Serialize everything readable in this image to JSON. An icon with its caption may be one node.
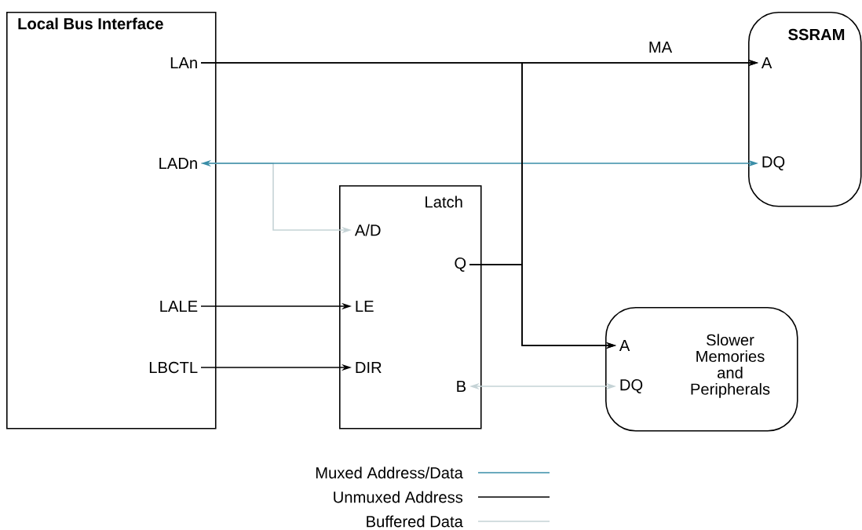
{
  "diagram": {
    "nodes": [
      {
        "text": [
          "Local Bus Interface"
        ]
      },
      {
        "text": [
          "LAn"
        ],
        "in": 0
      },
      {
        "text": [
          "LADn"
        ],
        "in": 0
      },
      {
        "text": [
          "LALE"
        ],
        "in": 0
      },
      {
        "text": [
          "LBCTL"
        ],
        "in": 0
      },
      {
        "text": [
          "Latch"
        ]
      },
      {
        "text": [
          "A/D"
        ],
        "in": 5
      },
      {
        "text": [
          "Q"
        ],
        "in": 5
      },
      {
        "text": [
          "LE"
        ],
        "in": 5
      },
      {
        "text": [
          "DIR"
        ],
        "in": 5
      },
      {
        "text": [
          "B"
        ],
        "in": 5
      },
      {
        "text": [
          "SSRAM"
        ]
      },
      {
        "text": [
          "A"
        ],
        "in": 11
      },
      {
        "text": [
          "DQ"
        ],
        "in": 11
      },
      {
        "text": [
          "Slower Memories and Peripherals"
        ]
      },
      {
        "text": [
          "A"
        ],
        "in": 14
      },
      {
        "text": [
          "DQ"
        ],
        "in": 14
      }
    ],
    "edges": [
      {
        "from": 1,
        "to": 12,
        "arrow": "to",
        "label": "MA"
      },
      {
        "from": 2,
        "to": 13,
        "arrow": "both",
        "color": "#3a8ea8"
      },
      {
        "from": 2,
        "to": 6,
        "arrow": "to",
        "color": "#c5d3d6"
      },
      {
        "from": 3,
        "to": 8,
        "arrow": "to"
      },
      {
        "from": 4,
        "to": 9,
        "arrow": "to"
      },
      {
        "from": 1,
        "to": 15,
        "arrow": "to"
      },
      {
        "from": 7,
        "to": 12,
        "arrow": "to"
      },
      {
        "from": 7,
        "to": 15,
        "arrow": "to"
      },
      {
        "from": 10,
        "to": 16,
        "arrow": "both",
        "color": "#c5d3d6"
      }
    ],
    "legend": [
      {
        "text": "Muxed Address/Data"
      },
      {
        "text": "Unmuxed Address"
      },
      {
        "text": "Buffered Data"
      }
    ]
  }
}
